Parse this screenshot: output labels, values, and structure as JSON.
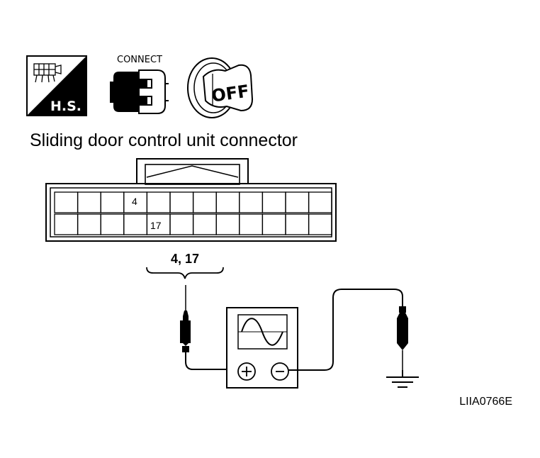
{
  "icons": {
    "hs_label": "H.S.",
    "connect_label": "CONNECT",
    "ignition_label": "OFF"
  },
  "title": "Sliding door control unit connector",
  "connector": {
    "pin_upper": "4",
    "pin_lower": "17",
    "probe_pins": "4, 17"
  },
  "figure_code": "LIIA0766E"
}
